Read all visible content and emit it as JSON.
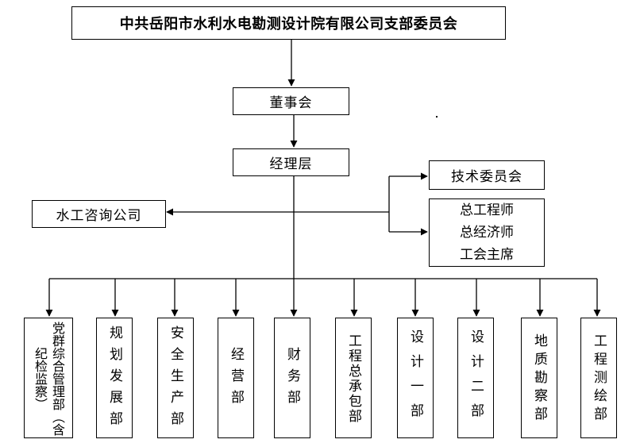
{
  "top": "中共岳阳市水利水电勘测设计院有限公司支部委员会",
  "board": "董事会",
  "management": "经理层",
  "tech_committee": "技术委员会",
  "consulting": "水工咨询公司",
  "chiefs": [
    "总工程师",
    "总经济师",
    "工会主席"
  ],
  "departments": [
    "党群综合管理部（含纪检监察）",
    "规划发展部",
    "安全生产部",
    "经营部",
    "财务部",
    "工程总承包部",
    "设计一部",
    "设计二部",
    "地质勘察部",
    "工程测绘部"
  ]
}
